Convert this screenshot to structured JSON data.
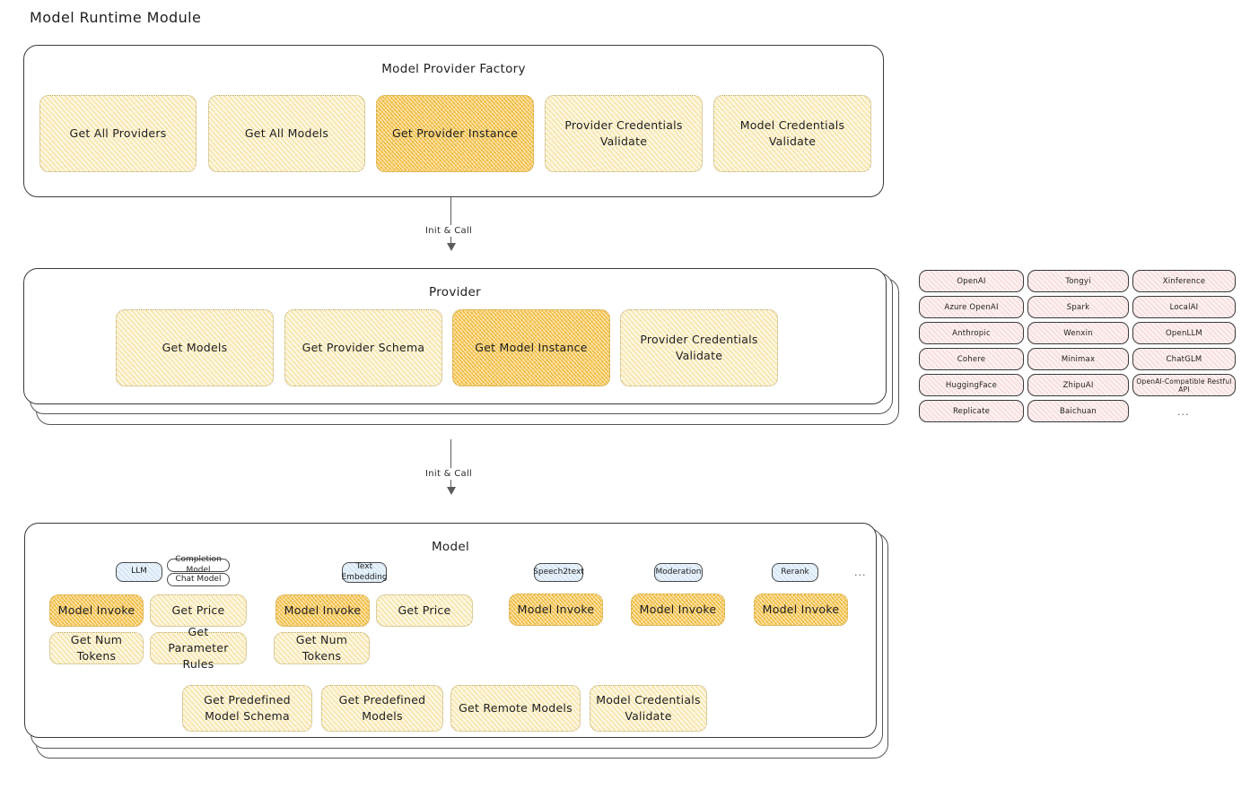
{
  "page": {
    "title": "Model Runtime Module"
  },
  "factory": {
    "title": "Model Provider Factory",
    "nodes": [
      {
        "label": "Get All Providers",
        "highlight": false
      },
      {
        "label": "Get All Models",
        "highlight": false
      },
      {
        "label": "Get Provider Instance",
        "highlight": true
      },
      {
        "label": "Provider Credentials Validate",
        "highlight": false
      },
      {
        "label": "Model Credentials Validate",
        "highlight": false
      }
    ]
  },
  "arrows": [
    {
      "label": "Init & Call"
    },
    {
      "label": "Init & Call"
    }
  ],
  "provider": {
    "title": "Provider",
    "nodes": [
      {
        "label": "Get Models",
        "highlight": false
      },
      {
        "label": "Get Provider Schema",
        "highlight": false
      },
      {
        "label": "Get Model Instance",
        "highlight": true
      },
      {
        "label": "Provider Credentials Validate",
        "highlight": false
      }
    ]
  },
  "provider_list": {
    "columns": [
      [
        "OpenAI",
        "Azure OpenAI",
        "Anthropic",
        "Cohere",
        "HuggingFace",
        "Replicate"
      ],
      [
        "Tongyi",
        "Spark",
        "Wenxin",
        "Minimax",
        "ZhipuAI",
        "Baichuan"
      ],
      [
        "Xinference",
        "LocalAI",
        "OpenLLM",
        "ChatGLM",
        "OpenAI-Compatible Restful API"
      ]
    ],
    "more": "..."
  },
  "model": {
    "title": "Model",
    "more": "...",
    "groups": [
      {
        "badge": "LLM",
        "sub_badges": [
          "Completion Model",
          "Chat Model"
        ],
        "nodes": [
          {
            "label": "Model Invoke",
            "highlight": true
          },
          {
            "label": "Get Price",
            "highlight": false
          },
          {
            "label": "Get Num Tokens",
            "highlight": false
          },
          {
            "label": "Get Parameter Rules",
            "highlight": false
          }
        ]
      },
      {
        "badge": "Text Embedding",
        "sub_badges": [],
        "nodes": [
          {
            "label": "Model Invoke",
            "highlight": true
          },
          {
            "label": "Get Price",
            "highlight": false
          },
          {
            "label": "Get Num Tokens",
            "highlight": false
          }
        ]
      },
      {
        "badge": "Speech2text",
        "sub_badges": [],
        "nodes": [
          {
            "label": "Model Invoke",
            "highlight": true
          }
        ]
      },
      {
        "badge": "Moderation",
        "sub_badges": [],
        "nodes": [
          {
            "label": "Model Invoke",
            "highlight": true
          }
        ]
      },
      {
        "badge": "Rerank",
        "sub_badges": [],
        "nodes": [
          {
            "label": "Model Invoke",
            "highlight": true
          }
        ]
      }
    ],
    "shared_nodes": [
      {
        "label": "Get Predefined Model Schema"
      },
      {
        "label": "Get Predefined Models"
      },
      {
        "label": "Get Remote Models"
      },
      {
        "label": "Model Credentials Validate"
      }
    ]
  },
  "colors": {
    "node_fill": "#fdf6df",
    "node_highlight_fill": "#fbe6b2",
    "chip_fill": "#fdf0f0",
    "badge_fill": "#e8f2fb",
    "stroke": "#3a3a3a"
  }
}
